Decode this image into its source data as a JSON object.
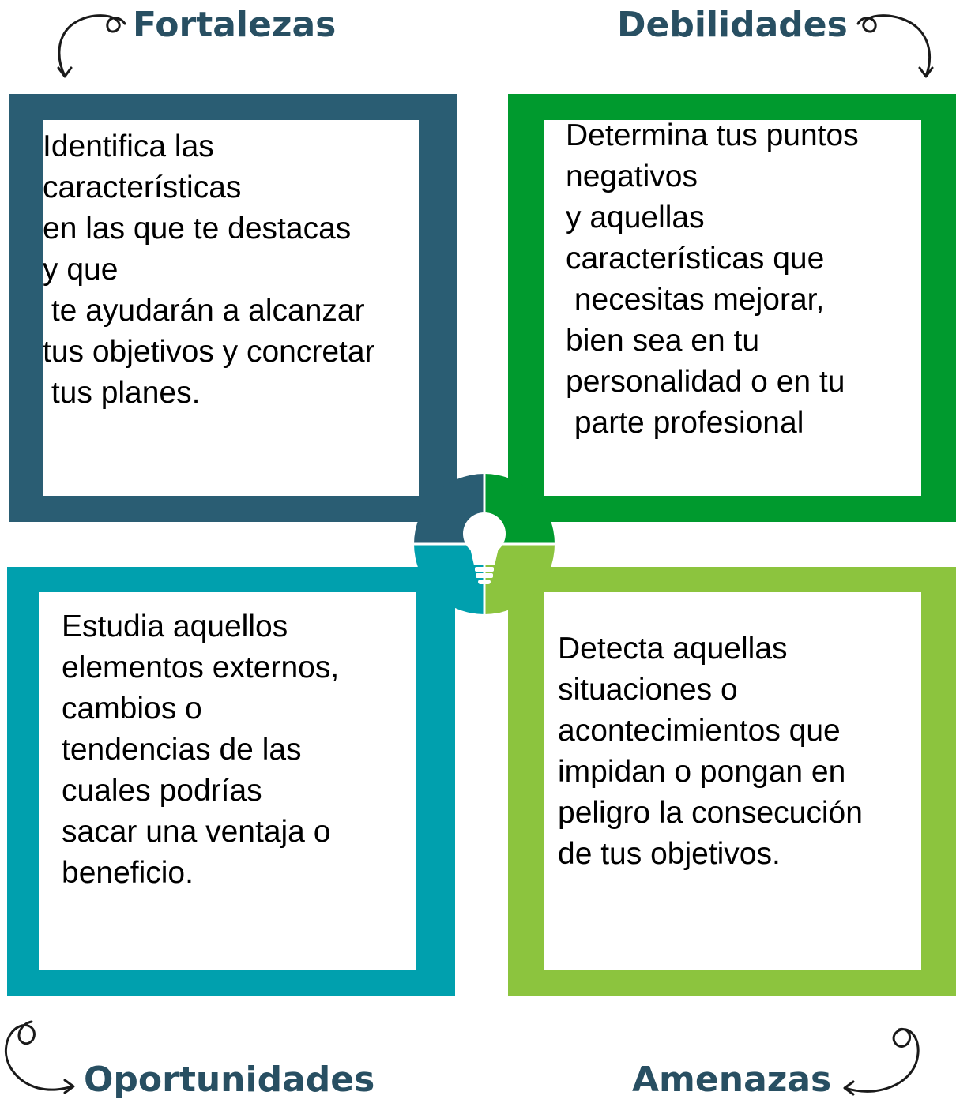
{
  "colors": {
    "heading": "#284f62",
    "fortalezas": "#2a5d73",
    "debilidades": "#009a2e",
    "oportunidades": "#00a0ae",
    "amenazas": "#8cc43e"
  },
  "quadrants": {
    "fortalezas": {
      "title": "Fortalezas",
      "text": "Identifica las\ncaracterísticas\nen las que te destacas\ny que\n te ayudarán a alcanzar\ntus objetivos y concretar\n tus planes."
    },
    "debilidades": {
      "title": "Debilidades",
      "text": "Determina tus puntos\nnegativos\ny aquellas\ncaracterísticas que\n necesitas mejorar,\nbien sea en tu\npersonalidad o en tu\n parte profesional"
    },
    "oportunidades": {
      "title": "Oportunidades",
      "text": "Estudia aquellos\nelementos externos,\ncambios o\ntendencias de las\ncuales podrías\nsacar una ventaja o\nbeneficio."
    },
    "amenazas": {
      "title": "Amenazas",
      "text": "Detecta aquellas\nsituaciones o\nacontecimientos que\nimpidan o pongan en\npeligro la consecución\nde tus objetivos."
    }
  },
  "icons": {
    "center": "lightbulb-icon",
    "arrows": "curly-arrow-icon"
  }
}
